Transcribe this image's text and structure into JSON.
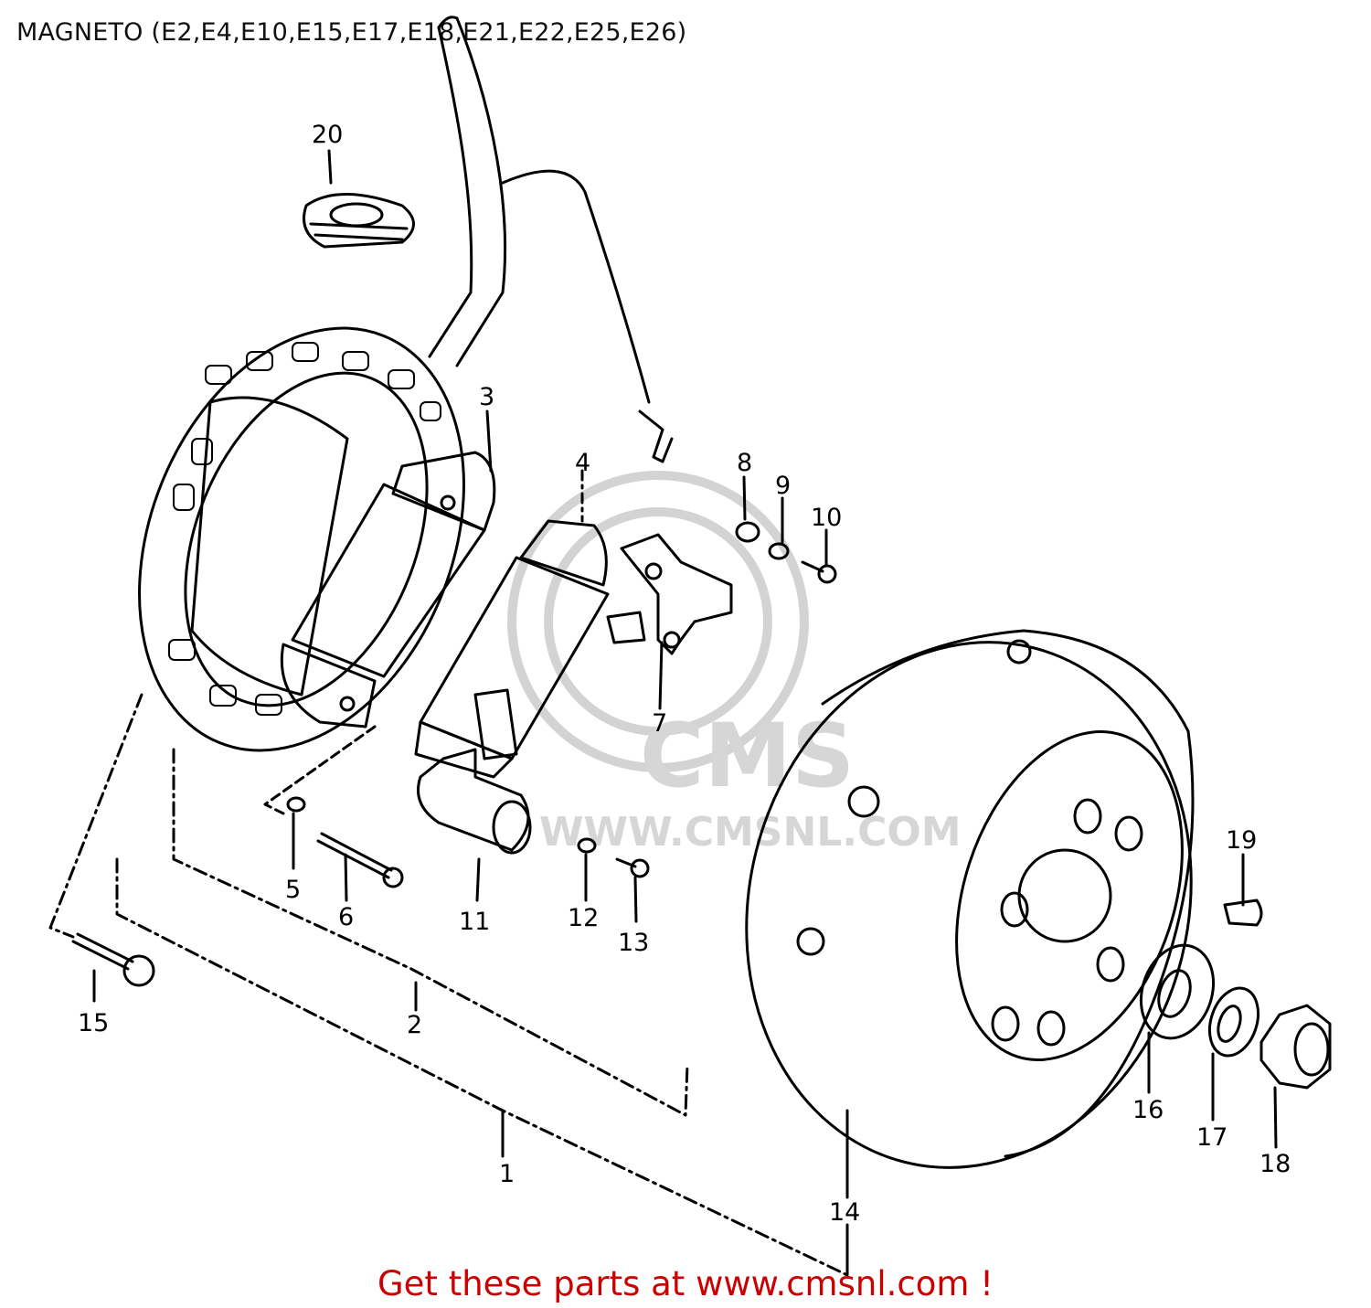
{
  "title": "MAGNETO (E2,E4,E10,E15,E17,E18,E21,E22,E25,E26)",
  "watermark": {
    "brand": "CMS",
    "url": "WWW.CMSNL.COM"
  },
  "callouts": [
    "1",
    "2",
    "3",
    "4",
    "5",
    "6",
    "7",
    "8",
    "9",
    "10",
    "11",
    "12",
    "13",
    "14",
    "15",
    "16",
    "17",
    "18",
    "19",
    "20"
  ],
  "footer": {
    "text": "Get these parts at www.cmsnl.com !",
    "color": "#cc0000"
  }
}
